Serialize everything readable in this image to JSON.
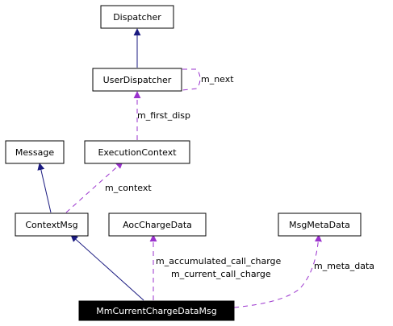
{
  "colors": {
    "inheritance": "#1a1a80",
    "usage": "#9a32cd",
    "node_border": "#000000",
    "selected_fill": "#000000",
    "selected_text": "#ffffff"
  },
  "nodes": {
    "dispatcher": "Dispatcher",
    "user_dispatcher": "UserDispatcher",
    "message": "Message",
    "execution_context": "ExecutionContext",
    "context_msg": "ContextMsg",
    "aoc_charge_data": "AocChargeData",
    "msg_meta_data": "MsgMetaData",
    "mm_current_charge_data_msg": "MmCurrentChargeDataMsg"
  },
  "edge_labels": {
    "m_next": "m_next",
    "m_first_disp": "m_first_disp",
    "m_context": "m_context",
    "m_accumulated_call_charge": "m_accumulated_call_charge",
    "m_current_call_charge": "m_current_call_charge",
    "m_meta_data": "m_meta_data"
  }
}
